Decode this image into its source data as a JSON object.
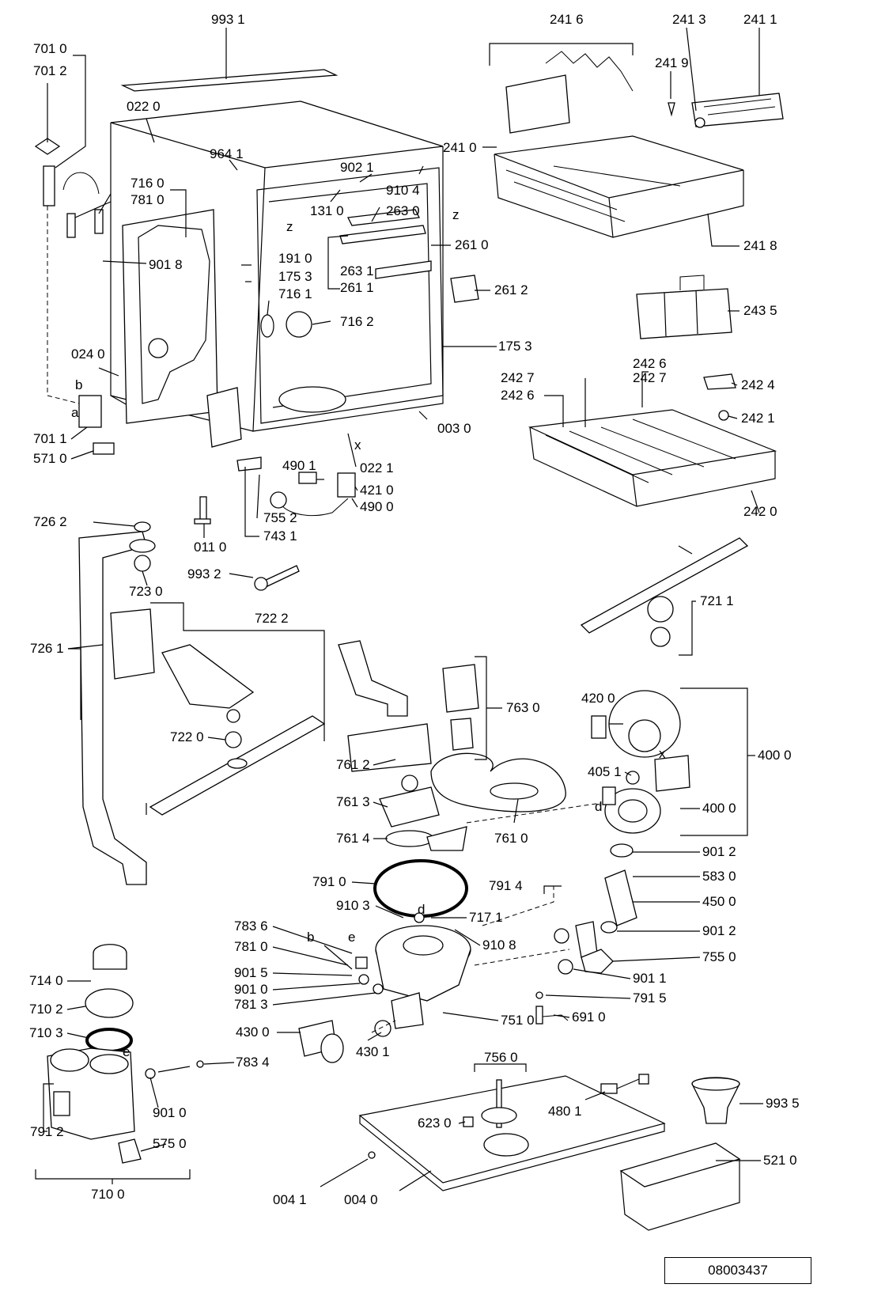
{
  "drawing_number": "08003437",
  "letters": [
    "z",
    "z",
    "x",
    "b",
    "a",
    "d",
    "x",
    "d",
    "b",
    "e",
    "e"
  ],
  "parts": [
    "993 1",
    "701 0",
    "701 2",
    "022 0",
    "964 1",
    "902 1",
    "910 4",
    "131 0",
    "263 0",
    "716 0",
    "781 0",
    "901 8",
    "191 0",
    "175 3",
    "263 1",
    "261 1",
    "261 0",
    "261 2",
    "716 1",
    "716 2",
    "175 3",
    "024 0",
    "003 0",
    "701 1",
    "571 0",
    "490 1",
    "421 0",
    "490 0",
    "022 1",
    "755 2",
    "743 1",
    "011 0",
    "241 6",
    "241 3",
    "241 1",
    "241 9",
    "241 0",
    "241 8",
    "243 5",
    "242 6",
    "242 7",
    "242 7",
    "242 6",
    "242 4",
    "242 1",
    "242 0",
    "721 1",
    "726 2",
    "723 0",
    "993 2",
    "722 2",
    "726 1",
    "722 0",
    "763 0",
    "761 2",
    "761 3",
    "761 0",
    "761 4",
    "420 0",
    "400 0",
    "405 1",
    "400 0",
    "901 2",
    "583 0",
    "450 0",
    "901 2",
    "755 0",
    "901 1",
    "791 5",
    "691 0",
    "791 0",
    "791 4",
    "910 3",
    "717 1",
    "910 8",
    "783 6",
    "781 0",
    "901 5",
    "901 0",
    "781 3",
    "751 0",
    "430 0",
    "430 1",
    "714 0",
    "710 2",
    "710 3",
    "783 4",
    "901 0",
    "791 2",
    "575 0",
    "710 0",
    "756 0",
    "623 0",
    "480 1",
    "993 5",
    "004 1",
    "004 0",
    "521 0"
  ]
}
